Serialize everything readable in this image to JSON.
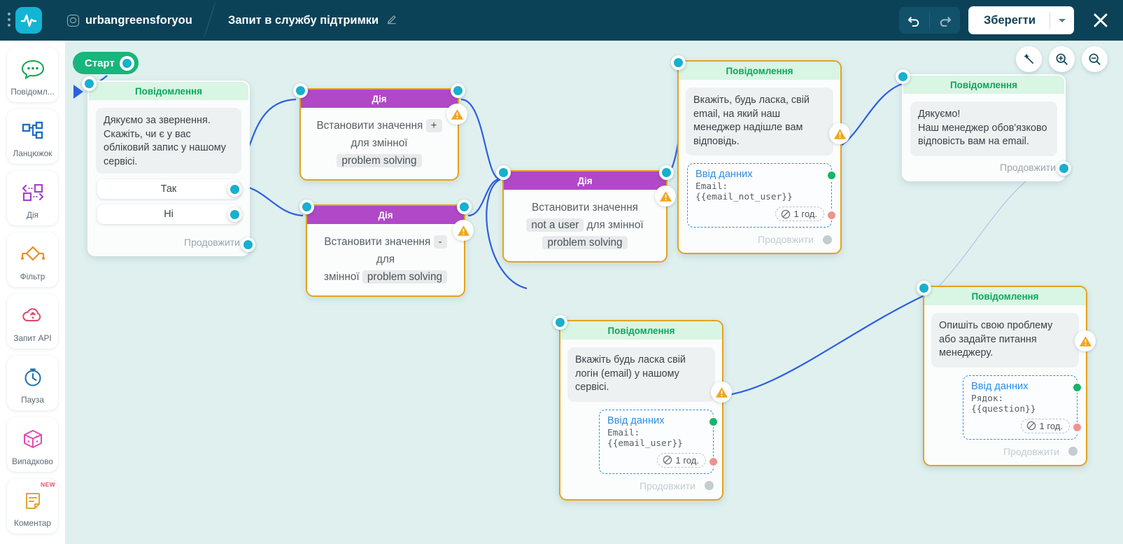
{
  "header": {
    "account": "urbangreensforyou",
    "flow_title": "Запит в службу підтримки",
    "save_label": "Зберегти",
    "icons": {
      "menu": "kebab-menu-icon",
      "logo": "app-logo-icon",
      "instagram": "instagram-icon",
      "edit": "pencil-icon",
      "undo": "undo-icon",
      "redo": "redo-icon",
      "caret": "chevron-down-icon",
      "close": "close-icon"
    }
  },
  "sidebar": {
    "items": [
      {
        "label": "Повідомл...",
        "icon": "message-icon",
        "badge": ""
      },
      {
        "label": "Ланцюжок",
        "icon": "flow-chain-icon",
        "badge": ""
      },
      {
        "label": "Дія",
        "icon": "action-icon",
        "badge": ""
      },
      {
        "label": "Фільтр",
        "icon": "filter-icon",
        "badge": ""
      },
      {
        "label": "Запит API",
        "icon": "api-cloud-icon",
        "badge": ""
      },
      {
        "label": "Пауза",
        "icon": "timer-icon",
        "badge": ""
      },
      {
        "label": "Випадково",
        "icon": "dice-icon",
        "badge": ""
      },
      {
        "label": "Коментар",
        "icon": "comment-icon",
        "badge": "NEW"
      }
    ]
  },
  "canvas": {
    "start_label": "Старт",
    "zoom_controls": [
      {
        "name": "magic-wand-icon"
      },
      {
        "name": "zoom-in-icon"
      },
      {
        "name": "zoom-out-icon"
      }
    ],
    "labels": {
      "message": "Повідомлення",
      "action": "Дія",
      "continue": "Продовжити",
      "data_input": "Ввід данних"
    },
    "nodes": [
      {
        "id": "n1",
        "type": "message",
        "title": "Повідомлення",
        "text": "Дякуємо за звернення. Скажіть, чи є у вас обліковий запис у нашому сервісі.",
        "choices": [
          "Так",
          "Ні"
        ],
        "footer": "Продовжити"
      },
      {
        "id": "n2",
        "type": "action",
        "title": "Дія",
        "text_parts": [
          "Встановити значення",
          "+",
          "для змінної",
          "problem solving"
        ],
        "warning": true
      },
      {
        "id": "n3",
        "type": "action",
        "title": "Дія",
        "text_parts": [
          "Встановити значення",
          "-",
          "для",
          "змінної",
          "problem solving"
        ],
        "warning": true
      },
      {
        "id": "n4",
        "type": "action",
        "title": "Дія",
        "text_parts": [
          "Встановити значення",
          "not a user",
          "для змінної",
          "problem solving"
        ],
        "warning": true
      },
      {
        "id": "n5",
        "type": "message",
        "title": "Повідомлення",
        "text": "Вкажіть, будь ласка, свій email, на який наш менеджер надішле вам відповідь.",
        "input": {
          "title": "Ввід данних",
          "value": "Email: {{email_not_user}}",
          "ttl": "1 год."
        },
        "footer": "Продовжити",
        "warning": true
      },
      {
        "id": "n6",
        "type": "message",
        "title": "Повідомлення",
        "text": "Дякуємо!\nНаш менеджер обов'язково відповість вам на email.",
        "footer": "Продовжити"
      },
      {
        "id": "n7",
        "type": "message",
        "title": "Повідомлення",
        "text": "Вкажіть будь ласка свій логін (email) у нашому сервісі.",
        "input": {
          "title": "Ввід данних",
          "value": "Email: {{email_user}}",
          "ttl": "1 год."
        },
        "footer": "Продовжити",
        "warning": true
      },
      {
        "id": "n8",
        "type": "message",
        "title": "Повідомлення",
        "text": "Опишіть свою проблему або задайте питання менеджеру.",
        "input": {
          "title": "Ввід данних",
          "value": "Рядок: {{question}}",
          "ttl": "1 год."
        },
        "footer": "Продовжити",
        "warning": true
      }
    ]
  },
  "colors": {
    "header_bg": "#0c4257",
    "canvas_bg": "#dff0ef",
    "accent_teal": "#17b0cd",
    "start_green": "#18b57c",
    "msg_header": "#d9f5e4",
    "msg_header_text": "#0aa85c",
    "action_header": "#b148c8",
    "node_border_warn": "#e3a31b",
    "edge": "#2f5fe0",
    "input_blue": "#2f8de0"
  }
}
